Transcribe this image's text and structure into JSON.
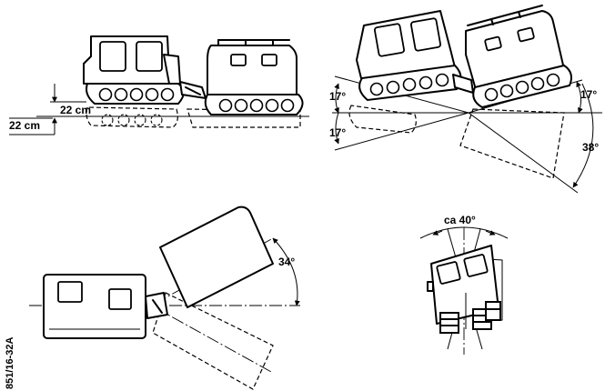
{
  "labels": {
    "vertical_up": "22 cm",
    "vertical_down": "22 cm",
    "roll_upper_left": "17°",
    "roll_lower_left": "17°",
    "roll_right": "17°",
    "roll_total": "38°",
    "yaw_angle": "34°",
    "steer_angle": "ca 40°",
    "figure_code": "851/16-32A"
  }
}
